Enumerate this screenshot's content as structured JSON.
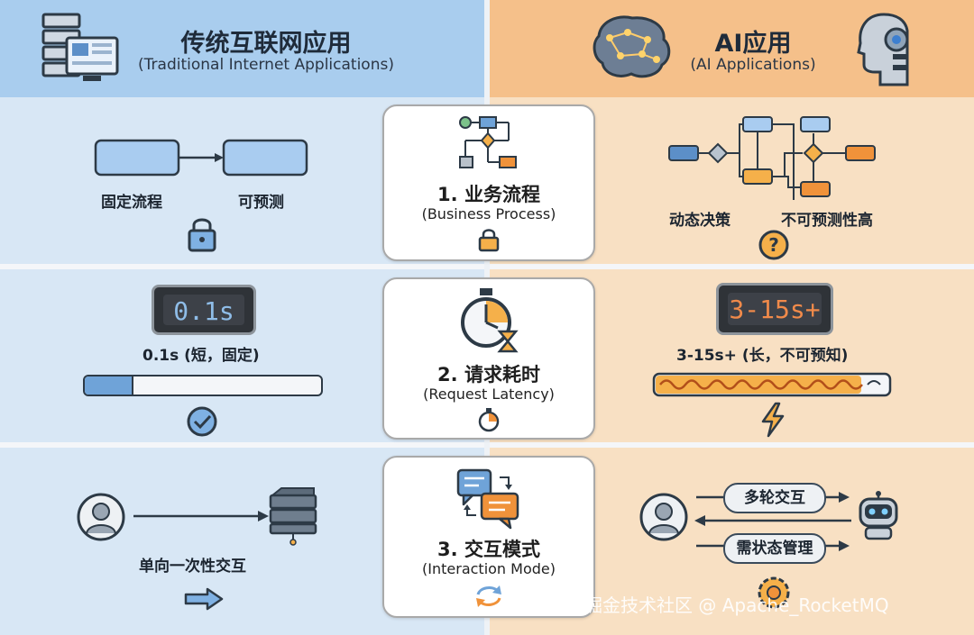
{
  "left_header": {
    "title": "传统互联网应用",
    "subtitle": "(Traditional Internet Applications)"
  },
  "right_header": {
    "title": "AI应用",
    "subtitle": "(AI Applications)"
  },
  "rows": [
    {
      "title": "1. 业务流程",
      "subtitle": "(Business Process)",
      "left_labels": [
        "固定流程",
        "可预测"
      ],
      "right_labels": [
        "动态决策",
        "不可预测性高"
      ]
    },
    {
      "title": "2. 请求耗时",
      "subtitle": "(Request Latency)",
      "left_display": "0.1s",
      "left_label": "0.1s (短，固定)",
      "right_display": "3-15s+",
      "right_label": "3-15s+ (长，不可预知)",
      "left_progress": 0.2
    },
    {
      "title": "3. 交互模式",
      "subtitle": "(Interaction Mode)",
      "left_label": "单向一次性交互",
      "right_pills": [
        "多轮交互",
        "需状态管理"
      ]
    }
  ],
  "watermark": "掘金技术社区 @ Apache_RocketMQ",
  "colors": {
    "left_bg": "#d8e7f5",
    "left_header": "#a9cdee",
    "right_bg": "#f8e0c3",
    "right_header": "#f5c08a",
    "accent_blue": "#6fa3d8",
    "accent_orange": "#f0923a"
  }
}
